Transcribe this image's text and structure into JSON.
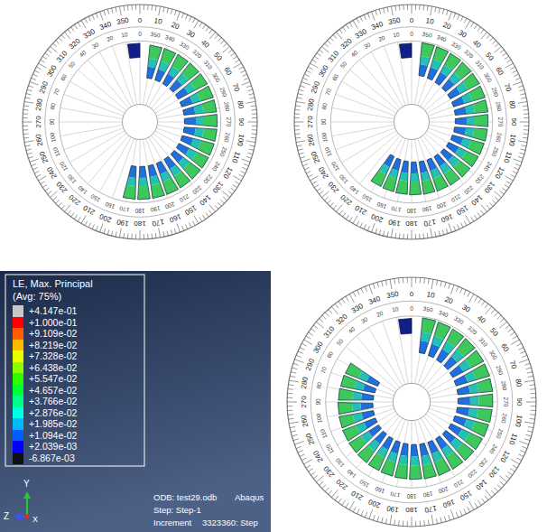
{
  "diagram": {
    "labels": [
      "0",
      "10",
      "20",
      "30",
      "40",
      "50",
      "60",
      "70",
      "80",
      "90",
      "100",
      "110",
      "120",
      "130",
      "140",
      "150",
      "160",
      "170",
      "180",
      "190",
      "200",
      "210",
      "220",
      "230",
      "240",
      "250",
      "260",
      "270",
      "280",
      "290",
      "300",
      "310",
      "320",
      "330",
      "340",
      "350",
      "0",
      "350",
      "340",
      "330",
      "320",
      "310",
      "300",
      "290",
      "280",
      "270",
      "260",
      "250",
      "240",
      "230",
      "220",
      "210",
      "200",
      "190",
      "180",
      "170",
      "160",
      "150",
      "140",
      "130",
      "120",
      "110",
      "100",
      "90",
      "80",
      "70",
      "60",
      "50",
      "40",
      "30",
      "20",
      "10",
      "0",
      "10",
      "20",
      "30",
      "40",
      "50",
      "60",
      "70",
      "80",
      "90",
      "100",
      "110",
      "120",
      "130",
      "140",
      "150",
      "160",
      "170",
      "180",
      "190",
      "200",
      "210",
      "220",
      "230",
      "240",
      "250",
      "260",
      "270",
      "280",
      "290",
      "300",
      "310",
      "320",
      "330",
      "340",
      "350",
      "0",
      "350",
      "340",
      "330",
      "320",
      "310",
      "300",
      "290",
      "280",
      "270",
      "260",
      "250",
      "240",
      "230",
      "220",
      "210",
      "200",
      "190",
      "180",
      "170",
      "160",
      "150",
      "140",
      "130",
      "120",
      "110",
      "100",
      "90",
      "80",
      "70",
      "60",
      "50",
      "40",
      "30",
      "20",
      "10",
      "0",
      "10",
      "20",
      "30",
      "40",
      "50",
      "60",
      "70",
      "80",
      "90",
      "100",
      "110",
      "120",
      "130",
      "140",
      "150",
      "160",
      "170",
      "180",
      "190",
      "200",
      "210",
      "220",
      "230",
      "240",
      "250",
      "260",
      "270",
      "280",
      "290",
      "300",
      "310",
      "320",
      "330",
      "340",
      "350",
      "0",
      "350",
      "340",
      "330",
      "320",
      "310",
      "300",
      "290",
      "280",
      "270",
      "260",
      "250",
      "240",
      "230",
      "220",
      "210",
      "200",
      "190",
      "180",
      "170",
      "160",
      "150",
      "140",
      "130",
      "120",
      "110",
      "100",
      "90",
      "80",
      "70",
      "60",
      "50",
      "40",
      "30",
      "20",
      "10",
      "LE, Max. Principal",
      "(Avg: 75%)",
      "Y",
      "Z",
      "X",
      "ODB: test29.odb",
      "Abaqus",
      "Step: Step-1",
      "Increment",
      "3323360: Step"
    ],
    "legend": [
      {
        "text": "+4.147e-01",
        "color": "#c8c8c8"
      },
      {
        "text": "+1.000e-01",
        "color": "#ff0000"
      },
      {
        "text": "+9.109e-02",
        "color": "#ff5d00"
      },
      {
        "text": "+8.219e-02",
        "color": "#ffb900"
      },
      {
        "text": "+7.328e-02",
        "color": "#e8ff00"
      },
      {
        "text": "+6.438e-02",
        "color": "#8bff00"
      },
      {
        "text": "+5.547e-02",
        "color": "#2eff00"
      },
      {
        "text": "+4.657e-02",
        "color": "#00ff2e"
      },
      {
        "text": "+3.766e-02",
        "color": "#00ff8b"
      },
      {
        "text": "+2.876e-02",
        "color": "#00ffe8"
      },
      {
        "text": "+1.985e-02",
        "color": "#00b9ff"
      },
      {
        "text": "+1.094e-02",
        "color": "#005dff"
      },
      {
        "text": "+2.039e-03",
        "color": "#0000ff"
      },
      {
        "text": "-6.867e-03",
        "color": "#101010"
      }
    ]
  }
}
